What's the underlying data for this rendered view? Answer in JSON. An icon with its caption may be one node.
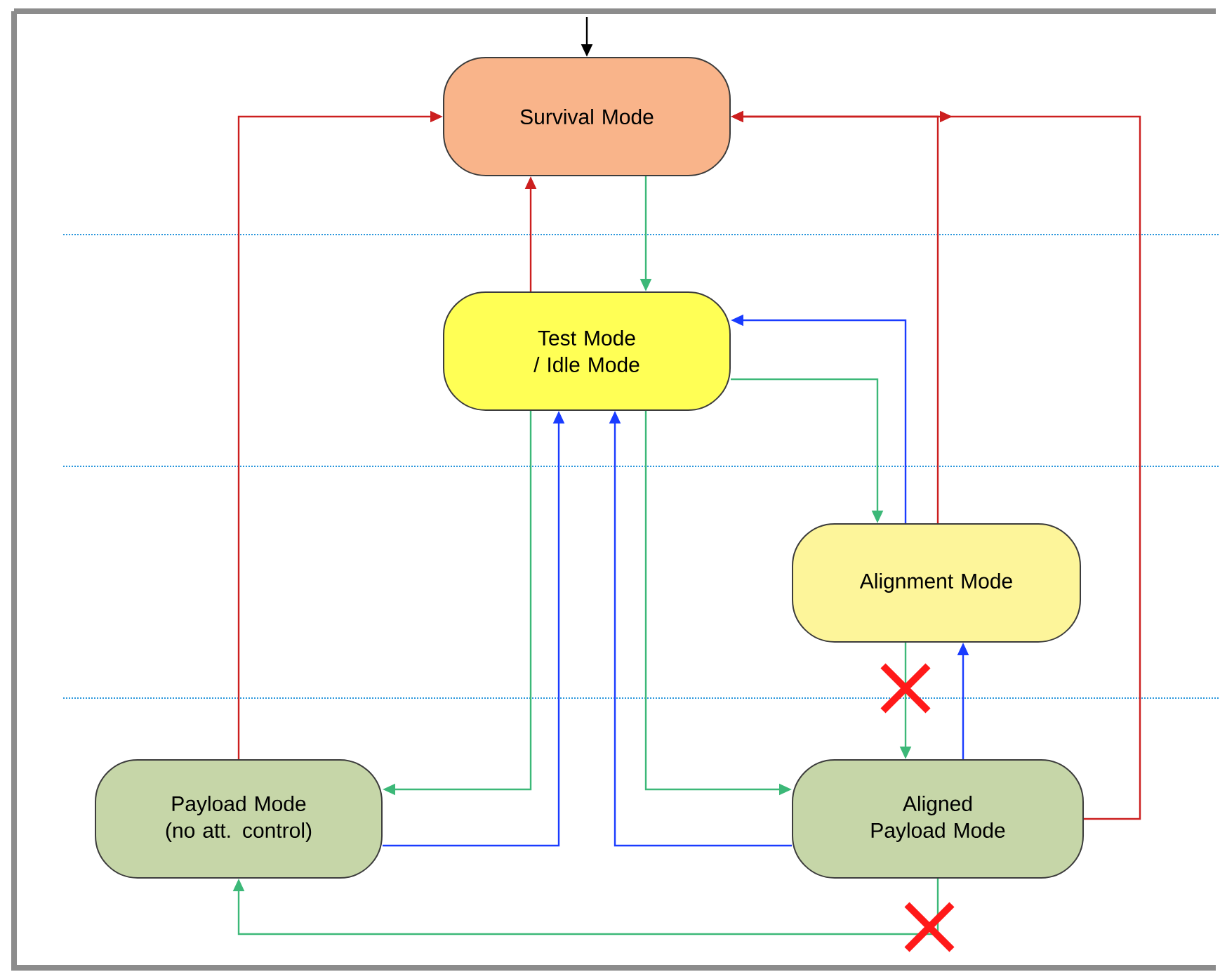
{
  "diagram": {
    "nodes": [
      {
        "text": [
          "Survival Mode"
        ]
      },
      {
        "text": [
          "Test Mode / Idle Mode"
        ]
      },
      {
        "text": [
          "Alignment Mode"
        ]
      },
      {
        "text": [
          "Payload Mode (no att. control)"
        ]
      },
      {
        "text": [
          "Aligned Payload Mode"
        ]
      }
    ],
    "edges": [
      {
        "from": null,
        "to": 0,
        "arrow": "to",
        "color": "#000000"
      },
      {
        "from": 0,
        "to": 1,
        "arrow": "to"
      },
      {
        "from": 1,
        "to": 0,
        "arrow": "to",
        "color": "#cc1f1f"
      },
      {
        "from": 3,
        "to": 0,
        "arrow": "to",
        "color": "#cc1f1f"
      },
      {
        "from": 2,
        "to": 0,
        "arrow": "to",
        "color": "#cc1f1f"
      },
      {
        "from": 4,
        "to": 0,
        "arrow": "to",
        "color": "#cc1f1f"
      },
      {
        "from": 1,
        "to": 2,
        "arrow": "to"
      },
      {
        "from": 2,
        "to": 1,
        "arrow": "to",
        "color": "#1a3cff"
      },
      {
        "from": 1,
        "to": 3,
        "arrow": "to"
      },
      {
        "from": 3,
        "to": 1,
        "arrow": "to",
        "color": "#1a3cff"
      },
      {
        "from": 1,
        "to": 4,
        "arrow": "to"
      },
      {
        "from": 4,
        "to": 1,
        "arrow": "to",
        "color": "#1a3cff"
      },
      {
        "from": 2,
        "to": 4,
        "arrow": "to"
      },
      {
        "from": 4,
        "to": 2,
        "arrow": "to",
        "color": "#1a3cff"
      },
      {
        "from": 4,
        "to": 3,
        "arrow": "to"
      }
    ]
  }
}
